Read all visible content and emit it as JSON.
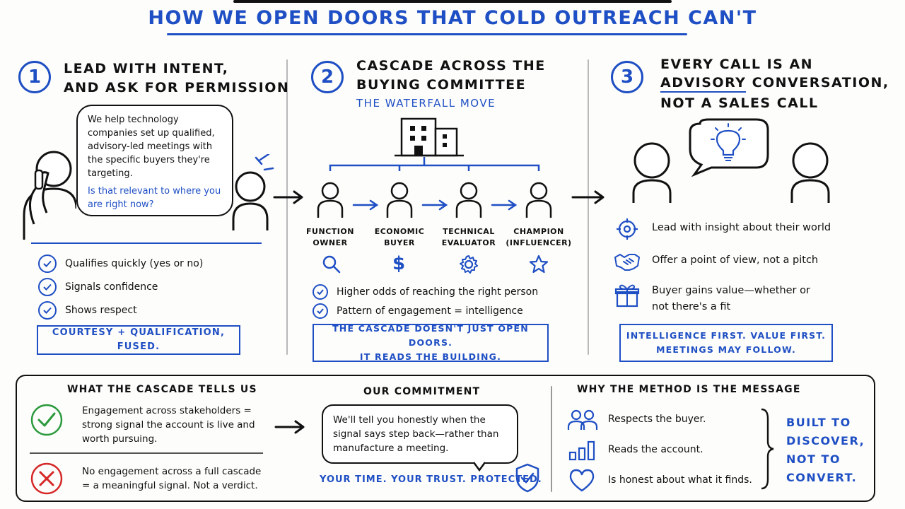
{
  "title": "HOW WE OPEN DOORS THAT COLD OUTREACH CAN'T",
  "colors": {
    "accent": "#1f4fc4",
    "ink": "#111111",
    "success": "#2a9a3c",
    "danger": "#d62828"
  },
  "panel1": {
    "number": "1",
    "heading_line1": "LEAD WITH INTENT,",
    "heading_line2": "AND ASK FOR PERMISSION",
    "bubble_text": "We help technology companies set up qualified, advisory-led meetings with the specific buyers they're targeting.",
    "bubble_question": "Is that relevant to where you are right now?",
    "checks": [
      "Qualifies quickly (yes or no)",
      "Signals confidence",
      "Shows respect"
    ],
    "box": "COURTESY + QUALIFICATION, FUSED."
  },
  "panel2": {
    "number": "2",
    "heading_line1": "CASCADE ACROSS THE",
    "heading_line2": "BUYING COMMITTEE",
    "subheading": "THE WATERFALL MOVE",
    "roles": [
      {
        "line1": "FUNCTION",
        "line2": "OWNER",
        "icon": "search-icon"
      },
      {
        "line1": "ECONOMIC",
        "line2": "BUYER",
        "icon": "dollar-icon"
      },
      {
        "line1": "TECHNICAL",
        "line2": "EVALUATOR",
        "icon": "gear-icon"
      },
      {
        "line1": "CHAMPION",
        "line2": "(INFLUENCER)",
        "icon": "star-icon"
      }
    ],
    "checks": [
      "Higher odds of reaching the right person",
      "Pattern of engagement = intelligence"
    ],
    "box_line1": "THE CASCADE DOESN'T JUST OPEN DOORS.",
    "box_line2": "IT READS THE BUILDING."
  },
  "panel3": {
    "number": "3",
    "heading_line1": "EVERY CALL IS AN",
    "heading_underlined": "ADVISORY",
    "heading_line2_rest": "CONVERSATION,",
    "heading_line3": "NOT A SALES CALL",
    "features": [
      {
        "icon": "target-icon",
        "text": "Lead with insight about their world"
      },
      {
        "icon": "handshake-icon",
        "text": "Offer a point of view, not a pitch"
      },
      {
        "icon": "gift-icon",
        "text": "Buyer gains value—whether or not there's a fit"
      }
    ],
    "box_line1": "INTELLIGENCE FIRST. VALUE FIRST.",
    "box_line2": "MEETINGS MAY FOLLOW."
  },
  "bottom": {
    "cascade": {
      "heading": "WHAT THE CASCADE TELLS US",
      "positive": "Engagement across stakeholders = strong signal the account is live and worth pursuing.",
      "negative": "No engagement across a full cascade = a meaningful signal. Not a verdict."
    },
    "commitment": {
      "heading": "OUR COMMITMENT",
      "bubble": "We'll tell you honestly when the signal says step back—rather than manufacture a meeting.",
      "tagline": "YOUR TIME. YOUR TRUST. PROTECTED."
    },
    "method": {
      "heading": "WHY THE METHOD IS THE MESSAGE",
      "items": [
        {
          "icon": "people-icon",
          "text": "Respects the buyer."
        },
        {
          "icon": "bar-chart-icon",
          "text": "Reads the account."
        },
        {
          "icon": "heart-icon",
          "text": "Is honest about what it finds."
        }
      ],
      "summary_line1": "BUILT TO",
      "summary_line2": "DISCOVER,",
      "summary_line3": "NOT TO",
      "summary_line4": "CONVERT."
    }
  }
}
